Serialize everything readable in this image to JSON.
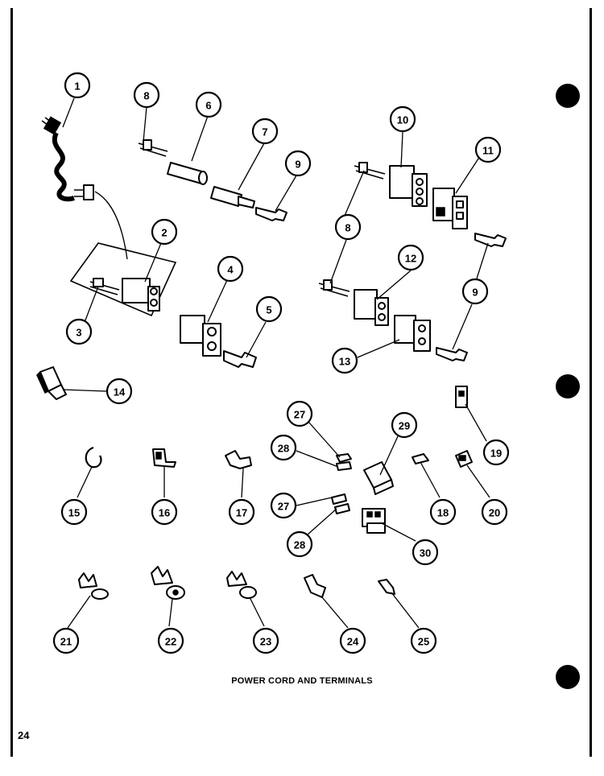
{
  "caption": "POWER CORD AND TERMINALS",
  "page_number": "24",
  "callouts": [
    "1",
    "2",
    "3",
    "4",
    "5",
    "6",
    "7",
    "8",
    "9",
    "10",
    "11",
    "12",
    "13",
    "14",
    "15",
    "16",
    "17",
    "18",
    "19",
    "20",
    "21",
    "22",
    "23",
    "24",
    "25",
    "27",
    "28",
    "29",
    "30"
  ]
}
